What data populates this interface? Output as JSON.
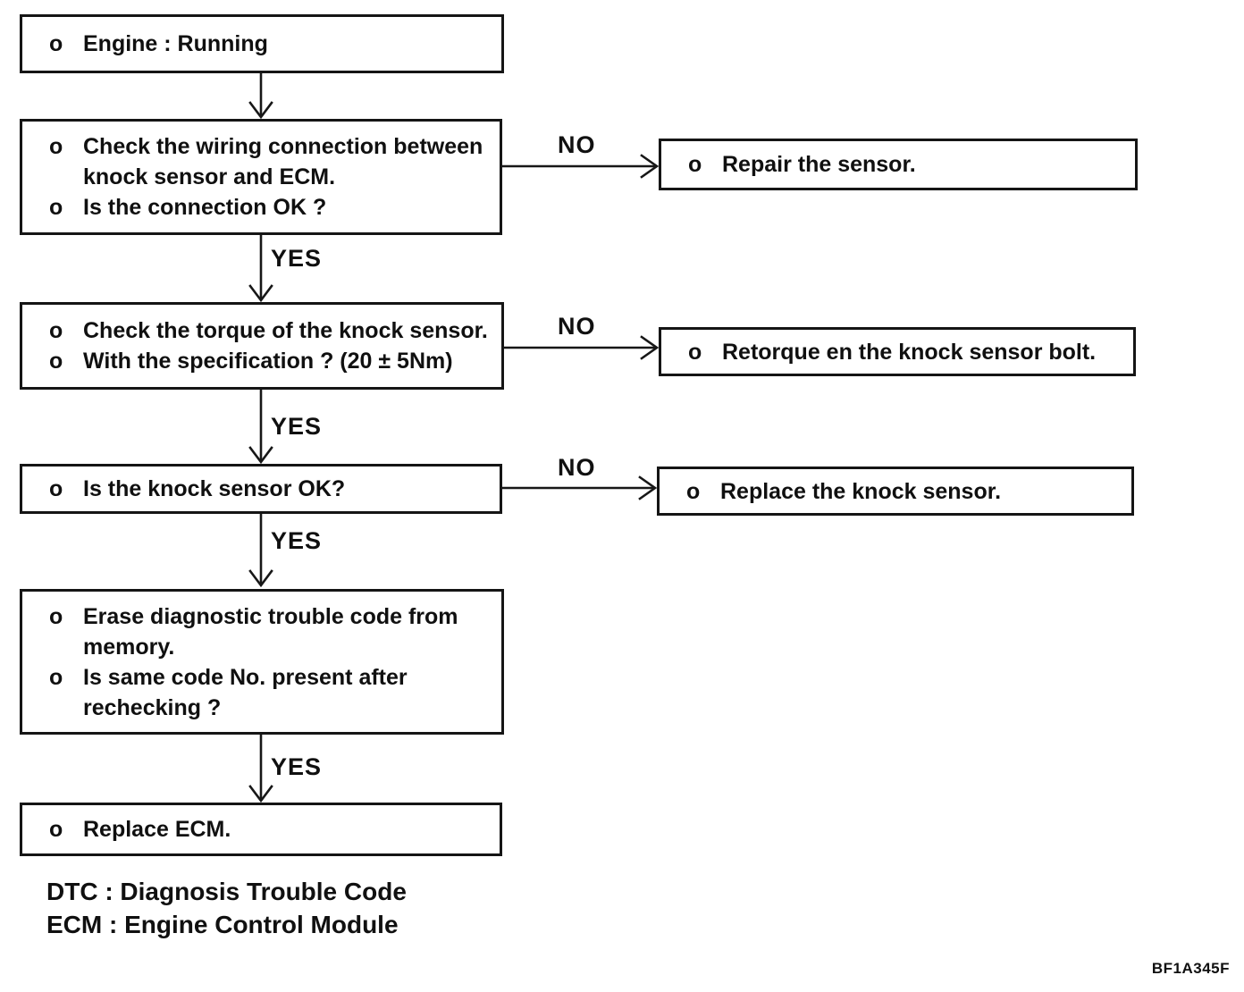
{
  "diagram": {
    "bullet_marker": "o",
    "labels": {
      "yes": "YES",
      "no": "NO"
    },
    "nodes": [
      {
        "id": "engine-running",
        "bullets": [
          "Engine : Running"
        ]
      },
      {
        "id": "check-wiring",
        "bullets": [
          "Check the wiring connection between knock sensor and ECM.",
          "Is the connection OK ?"
        ]
      },
      {
        "id": "repair-sensor",
        "bullets": [
          "Repair the sensor."
        ]
      },
      {
        "id": "check-torque",
        "bullets": [
          "Check the torque of the knock sensor.",
          "With the specification ? (20 ± 5Nm)"
        ]
      },
      {
        "id": "retorque-bolt",
        "bullets": [
          "Retorque en the knock sensor bolt."
        ]
      },
      {
        "id": "knock-sensor-ok",
        "bullets": [
          "Is the knock sensor OK?"
        ]
      },
      {
        "id": "replace-knock-sensor",
        "bullets": [
          "Replace the knock sensor."
        ]
      },
      {
        "id": "erase-dtc",
        "bullets": [
          "Erase diagnostic trouble code from memory.",
          "Is same code No. present after rechecking ?"
        ]
      },
      {
        "id": "replace-ecm",
        "bullets": [
          "Replace ECM."
        ]
      }
    ],
    "footnotes": [
      "DTC : Diagnosis Trouble Code",
      "ECM : Engine Control Module"
    ],
    "figure_code": "BF1A345F",
    "colors": {
      "ink": "#151515",
      "background": "#ffffff"
    }
  }
}
